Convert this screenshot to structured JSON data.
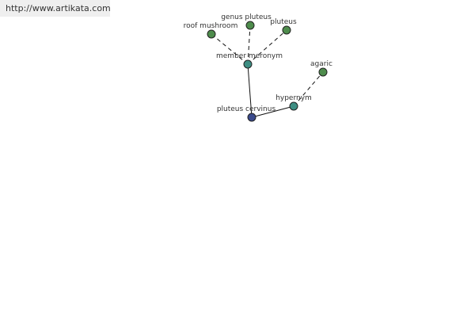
{
  "source_url": "http://www.artikata.com",
  "colors": {
    "leaf": "#4e8c4c",
    "relation": "#3e8e83",
    "root": "#3a4a8c",
    "outline": "#222222"
  },
  "nodes": {
    "roof_mushroom": "roof mushroom",
    "genus_pluteus": "genus pluteus",
    "pluteus": "pluteus",
    "member_meronym": "member meronym",
    "agaric": "agaric",
    "hypernym": "hypernym",
    "pluteus_cervinus": "pluteus cervinus"
  }
}
